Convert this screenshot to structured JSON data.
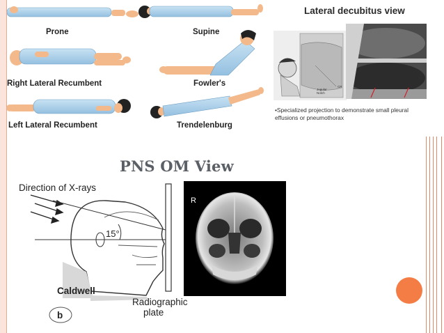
{
  "positions": {
    "prone": "Prone",
    "supine": "Supine",
    "right_lateral": "Right Lateral Recumbent",
    "fowlers": "Fowler's",
    "left_lateral": "Left Lateral Recumbent",
    "trendelenburg": "Trendelenburg"
  },
  "lateral_decubitus": {
    "title": "Lateral decubitus view",
    "caption": "•Specialized projection to demonstrate small pleural effusions or pneumothorax",
    "label_jugular": "Jugular",
    "label_notch": "Notch",
    "label_cr": "CR"
  },
  "slide_title": "PNS OM View",
  "caldwell": {
    "direction_label": "Direction of X-rays",
    "angle_label": "15°",
    "name_label": "Caldwell",
    "plate_line1": "Radiographic",
    "plate_line2": "plate",
    "fig_letter": "b",
    "xray_marker": "R"
  },
  "colors": {
    "accent_orange": "#f47d45",
    "deco_line": "#e28666",
    "gown_blue": "#a9cfe9",
    "skin": "#f3b98a",
    "hair": "#222222"
  }
}
